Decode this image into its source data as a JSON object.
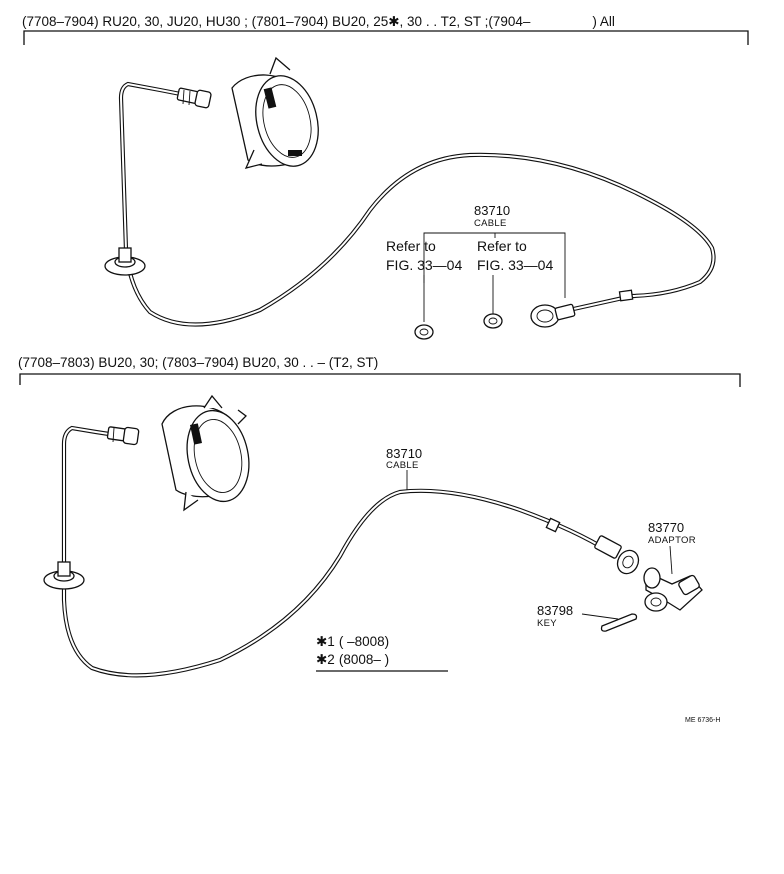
{
  "top_section": {
    "header": {
      "part1": "(7708–7904) RU20, 30, JU20, HU30 ; (7801–7904) BU20, 25",
      "mark": "✱",
      "part2": ", 30 . . T2, ST  ;(7904–",
      "part3": ") All"
    },
    "cable": {
      "number": "83710",
      "name": "CABLE"
    },
    "refer_left": {
      "line1": "Refer to",
      "line2": "FIG. 33—04"
    },
    "refer_right": {
      "line1": "Refer to",
      "line2": "FIG. 33—04"
    }
  },
  "bottom_section": {
    "header": {
      "part1": "(7708–7803) BU20, 30;  (7803–7904) BU20, 30 . . – (T2, ST)"
    },
    "cable": {
      "number": "83710",
      "name": "CABLE"
    },
    "adaptor": {
      "number": "83770",
      "name": "ADAPTOR"
    },
    "key": {
      "number": "83798",
      "name": "KEY"
    },
    "notes": [
      {
        "mark": "✱1",
        "text": "(       –8008)"
      },
      {
        "mark": "✱2",
        "text": "(8008–       )"
      }
    ],
    "drawing_code": "ME 6736-H"
  }
}
